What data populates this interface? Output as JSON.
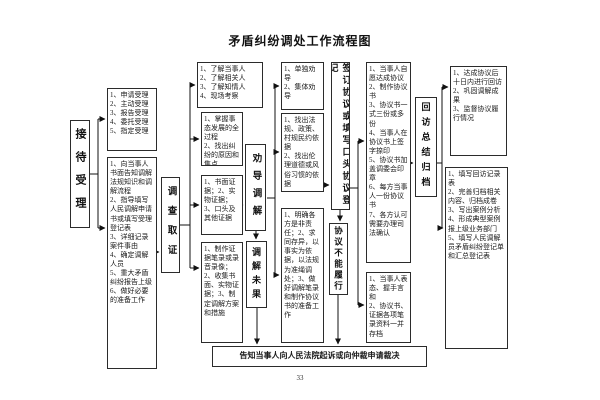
{
  "title": "矛盾纠纷调处工作流程图",
  "page_number": "33",
  "stages": {
    "reception": "接待受理",
    "investigation": "调查取证",
    "persuasion": "劝导调解",
    "mediation_failed": "调解未果",
    "sign_agreement": "签订协议或填写口头协议登记",
    "agreement_unfulfilled": "协议不能履行",
    "followup": "回访总结归档"
  },
  "boxes": {
    "acceptance_methods": "1、申请受理\n2、主动受理\n3、报告受理\n4、委托受理\n5、指定受理",
    "reception_tasks": "1、向当事人书面告知调解法规知识和调解流程\n2、指导填写人民调解申请书或填写受理登记表\n3、详细记录案件事由\n4、确定调解人员\n5、重大矛盾纠纷报告上级\n6、做好必要的准备工作",
    "understand_parties": "1、了解当事人\n2、了解相关人\n3、了解知情人\n4、现场考察",
    "grasp_situation": "1、掌握事态发展的全过程\n2、找出纠纷的原因和焦点",
    "evidence_types": "1、书面证据；2、实物证据；3、口头及其他证据",
    "evidence_actions": "1、制作证据笔录或录音录像；2、收集书面、实物证据；3、制定调解方案和措施",
    "persuasion_methods": "1、单独劝导\n2、集体劝导",
    "find_basis": "1、找出法规、政策、村规民约依据\n2、找出伦理道德或风俗习惯的依据",
    "mediation_principles": "1、明确各方是非责任；2、求同存异，以事实为依据，以法规为准绳调处；3、做好调解笔录和制作协议书的准备工作",
    "agreement_steps": "1、当事人自愿达成协议\n2、制作协议书\n3、协议书一式三份或多份\n4、当事人在协议书上签字捺印\n5、协议书加盖调委会印章\n6、每方当事人一份协议书\n7、各方认可需要办理司法确认",
    "closing_archive": "1、当事人表态、握手言和\n2、协议书、证据各项笔录资料一并存档",
    "followup_tasks": "1、达成协议后十日内进行回访\n2、巩固调解成果\n3、监督协议履行情况",
    "summary_tasks": "1、填写回访记录表\n2、完善归档相关内容、归档成卷\n3、写出案例分析\n4、形成典型案例报上级业务部门\n5、填写人民调解员矛盾纠纷登记单和汇总登记表",
    "failure_notice": "告知当事人向人民法院起诉或向仲裁申请裁决"
  },
  "colors": {
    "line": "#111111",
    "border": "#2b2b2b",
    "background": "#ffffff"
  }
}
